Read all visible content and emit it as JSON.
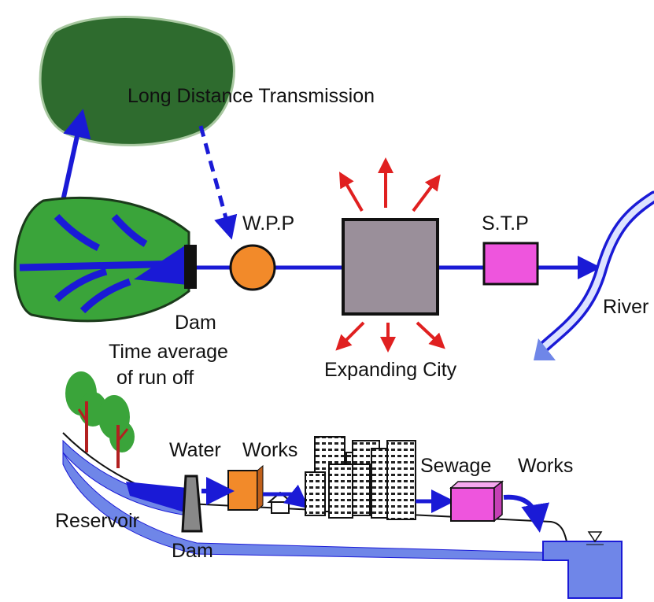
{
  "labels": {
    "long_distance": "Long Distance Transmission",
    "wpp": "W.P.P",
    "stp": "S.T.P",
    "river": "River",
    "dam_top": "Dam",
    "time_average_line1": "Time average",
    "time_average_line2": "of run off",
    "expanding_city": "Expanding City",
    "water": "Water",
    "works_water": "Works",
    "sewage": "Sewage",
    "works_sewage": "Works",
    "reservoir": "Reservoir",
    "dam_bottom": "Dam"
  },
  "colors": {
    "flow_blue": "#1a1ad6",
    "basin_green": "#3aa43a",
    "forest_green": "#2e6b2e",
    "wpp_orange": "#f28a2a",
    "city_grey": "#9a8f9a",
    "stp_pink": "#ee55dd",
    "arrow_red": "#e02020",
    "water_blue": "#6f86e8"
  }
}
